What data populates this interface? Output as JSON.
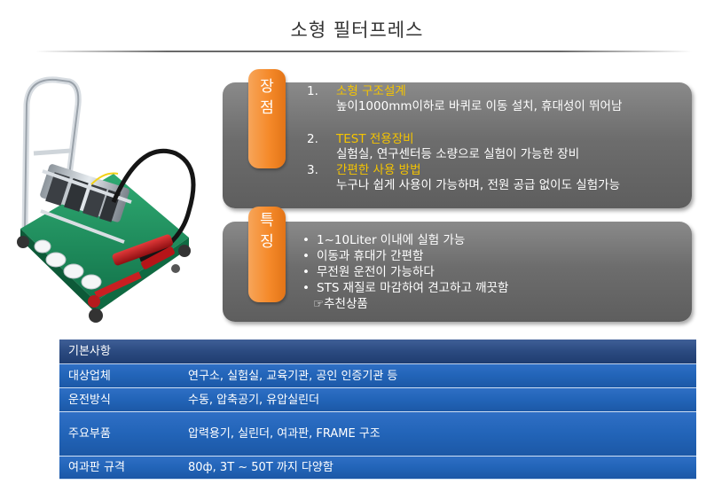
{
  "page": {
    "title": "소형 필터프레스"
  },
  "advantages": {
    "tag": [
      "장",
      "점"
    ],
    "items": [
      {
        "num": "1.",
        "head": "소형 구조설계",
        "desc": "높이1000mm이하로 바퀴로 이동 설치, 휴대성이 뛰어남"
      },
      {
        "num": "2.",
        "head": "TEST  전용장비",
        "desc": "실험실, 연구센터등 소량으로 실험이 가능한 장비"
      },
      {
        "num": "3.",
        "head": "간편한 사용 방법",
        "desc": "누구나 쉽게 사용이 가능하며, 전원 공급 없이도 실험가능"
      }
    ]
  },
  "features": {
    "tag": [
      "특",
      "징"
    ],
    "bullet": "•",
    "items": [
      "1~10Liter 이내에 실험 가능",
      "이동과 휴대가 간편함",
      "무전원 운전이 가능하다",
      "STS 재질로 마감하여 견고하고 깨끗함"
    ],
    "extra": "☞추천상품"
  },
  "spec": {
    "header": "기본사항",
    "rows": [
      {
        "key": "대상업체",
        "value": "연구소, 실험실, 교육기관, 공인 인증기관 등"
      },
      {
        "key": "운전방식",
        "value": "수동, 압축공기, 유압실린더"
      },
      {
        "key": "주요부품",
        "value": "압력용기, 실린더, 여과판, FRAME  구조"
      },
      {
        "key": "여과판 규격",
        "value": "80ф, 3T ~ 50T 까지 다양함"
      }
    ]
  },
  "colors": {
    "accent_orange": "#f58a2a",
    "highlight_yellow": "#f5c400",
    "panel_gray": "#6d6d6d",
    "table_blue": "#2264b8",
    "table_header": "#2b4a80"
  }
}
